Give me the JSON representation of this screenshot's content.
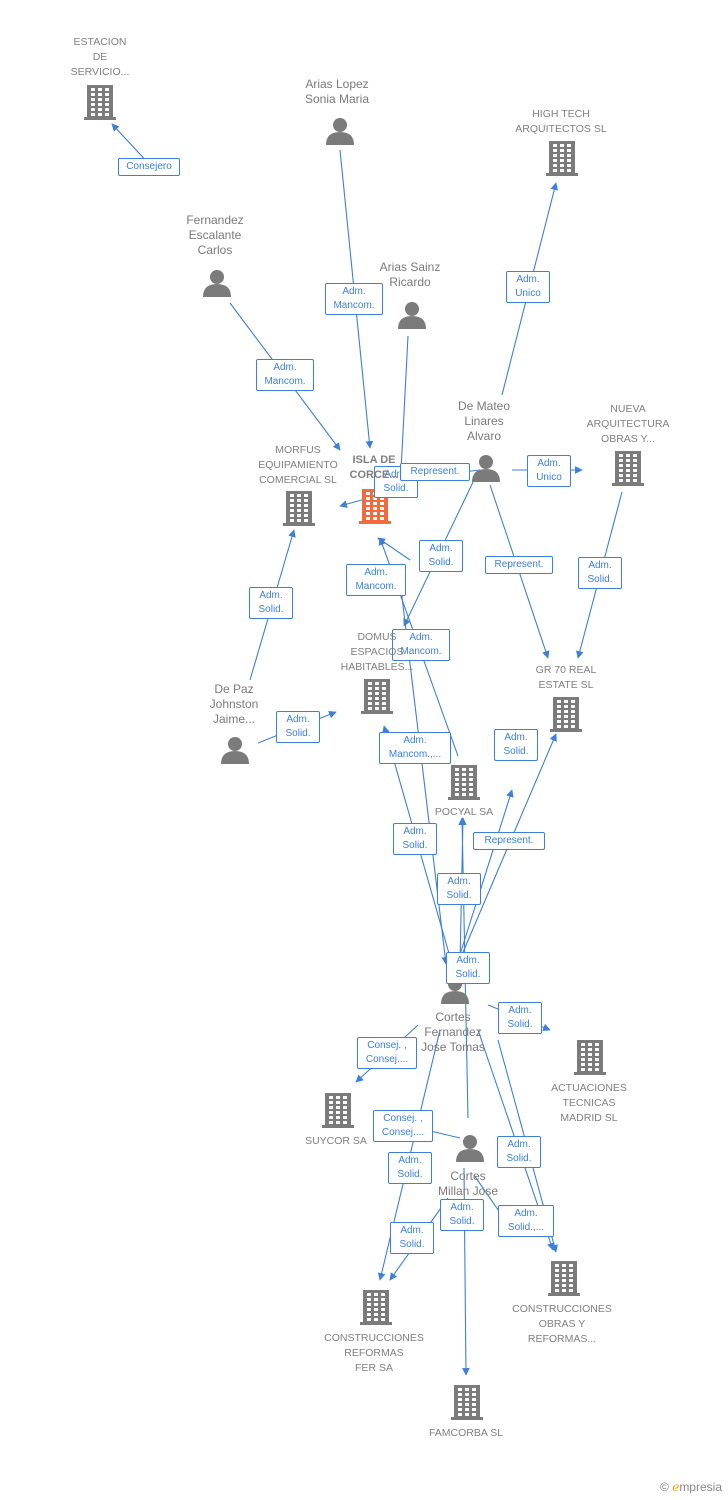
{
  "nodes": [
    {
      "id": "estacion",
      "type": "company",
      "label": "ESTACION\nDE\nSERVICIO..."
    },
    {
      "id": "arias_lopez",
      "type": "person",
      "label": "Arias Lopez\nSonia Maria"
    },
    {
      "id": "hightech",
      "type": "company",
      "label": "HIGH TECH\nARQUITECTOS SL"
    },
    {
      "id": "fernandez",
      "type": "person",
      "label": "Fernandez\nEscalante\nCarlos"
    },
    {
      "id": "arias_sainz",
      "type": "person",
      "label": "Arias Sainz\nRicardo"
    },
    {
      "id": "demateo",
      "type": "person",
      "label": "De Mateo\nLinares\nAlvaro"
    },
    {
      "id": "nueva",
      "type": "company",
      "label": "NUEVA\nARQUITECTURA\nOBRAS Y..."
    },
    {
      "id": "morfus",
      "type": "company",
      "label": "MORFUS\nEQUIPAMIENTO\nCOMERCIAL SL"
    },
    {
      "id": "isla",
      "type": "focus",
      "label": "ISLA DE\nCORCE..."
    },
    {
      "id": "domus",
      "type": "company",
      "label": "DOMUS\nESPACIOS\nHABITABLES..."
    },
    {
      "id": "gr70",
      "type": "company",
      "label": "GR 70 REAL\nESTATE  SL"
    },
    {
      "id": "depaz",
      "type": "person",
      "label": "De Paz\nJohnston\nJaime..."
    },
    {
      "id": "pocyal",
      "type": "company",
      "label": "POCYAL SA"
    },
    {
      "id": "cortes_fj",
      "type": "person",
      "label": "Cortes\nFernandez\nJose Tomas"
    },
    {
      "id": "actuaciones",
      "type": "company",
      "label": "ACTUACIONES\nTECNICAS\nMADRID SL"
    },
    {
      "id": "suycor",
      "type": "company",
      "label": "SUYCOR SA"
    },
    {
      "id": "cortes_mj",
      "type": "person",
      "label": "Cortes\nMillan Jose"
    },
    {
      "id": "cons_obras",
      "type": "company",
      "label": "CONSTRUCCIONES\nOBRAS Y\nREFORMAS..."
    },
    {
      "id": "cons_fer",
      "type": "company",
      "label": "CONSTRUCCIONES\nREFORMAS\nFER SA"
    },
    {
      "id": "famcorba",
      "type": "company",
      "label": "FAMCORBA  SL"
    }
  ],
  "edges": [
    {
      "from": "fernandez",
      "to": "estacion",
      "label": "Consejero"
    },
    {
      "from": "arias_lopez",
      "to": "isla",
      "label": "Adm.\nMancom."
    },
    {
      "from": "demateo",
      "to": "hightech",
      "label": "Adm.\nUnico"
    },
    {
      "from": "fernandez",
      "to": "isla",
      "label": "Adm.\nMancom."
    },
    {
      "from": "arias_sainz",
      "to": "isla",
      "label": "Adm.\nSolid."
    },
    {
      "from": "demateo",
      "to": "isla",
      "label": "Represent."
    },
    {
      "from": "demateo",
      "to": "nueva",
      "label": "Adm.\nUnico"
    },
    {
      "from": "isla",
      "to": "morfus",
      "label": ""
    },
    {
      "from": "demateo",
      "to": "domus",
      "label": "Adm.\nSolid."
    },
    {
      "from": "demateo",
      "to": "gr70",
      "label": "Represent."
    },
    {
      "from": "nueva",
      "to": "gr70",
      "label": "Adm.\nSolid."
    },
    {
      "from": "depaz",
      "to": "morfus",
      "label": "Adm.\nSolid."
    },
    {
      "from": "cortes_fj",
      "to": "isla",
      "label": "Adm.\nMancom."
    },
    {
      "from": "pocyal",
      "to": "domus",
      "label": "Adm.\nMancom."
    },
    {
      "from": "depaz",
      "to": "domus",
      "label": "Adm.\nSolid."
    },
    {
      "from": "cortes_fj",
      "to": "domus",
      "label": "Adm.\nMancom.,..."
    },
    {
      "from": "cortes_fj",
      "to": "gr70",
      "label": "Adm.\nSolid."
    },
    {
      "from": "cortes_fj",
      "to": "isla",
      "label": "Adm.\nSolid."
    },
    {
      "from": "cortes_fj",
      "to": "pocyal",
      "label": "Represent."
    },
    {
      "from": "cortes_fj",
      "to": "pocyal",
      "label": "Adm.\nSolid."
    },
    {
      "from": "cortes_mj",
      "to": "pocyal",
      "label": "Adm.\nSolid."
    },
    {
      "from": "cortes_fj",
      "to": "actuaciones",
      "label": "Adm.\nSolid."
    },
    {
      "from": "cortes_fj",
      "to": "suycor",
      "label": "Consej. ,\nConsej...."
    },
    {
      "from": "cortes_mj",
      "to": "suycor",
      "label": "Consej. ,\nConsej...."
    },
    {
      "from": "cortes_fj",
      "to": "cons_obras",
      "label": "Adm.\nSolid."
    },
    {
      "from": "cortes_mj",
      "to": "cons_obras",
      "label": "Adm.\nSolid."
    },
    {
      "from": "cortes_fj",
      "to": "cons_fer",
      "label": "Adm.\nSolid."
    },
    {
      "from": "cortes_mj",
      "to": "cons_fer",
      "label": "Adm.\nSolid."
    },
    {
      "from": "cortes_mj",
      "to": "famcorba",
      "label": "Adm.\nSolid."
    },
    {
      "from": "cortes_fj",
      "to": "cons_obras",
      "label": "Adm.\nSolid.,..."
    }
  ],
  "colors": {
    "edge": "#3d7fd9",
    "company_icon": "#7b7b7b",
    "person_icon": "#7b7b7b",
    "focus_icon": "#f26b3a"
  },
  "watermark": {
    "copyright": "©",
    "brand_initial": "e",
    "brand_rest": "mpresia"
  }
}
